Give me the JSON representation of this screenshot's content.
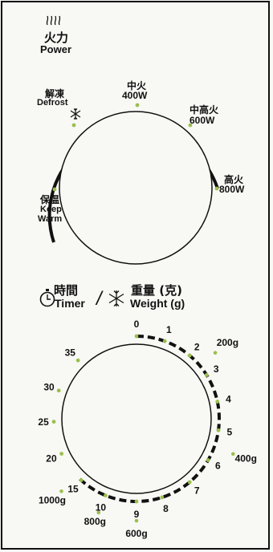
{
  "colors": {
    "background": "#f8f8f4",
    "ink": "#111111",
    "marker": "#9bbf4f"
  },
  "power": {
    "icon": "heat-waves-icon",
    "title_zh": "火力",
    "title_en": "Power",
    "settings": [
      {
        "zh": "解凍",
        "en": "Defrost",
        "icon": "snowflake-icon"
      },
      {
        "zh": "中火",
        "en": "400W"
      },
      {
        "zh": "中高火",
        "en": "600W"
      },
      {
        "zh": "高火",
        "en": "800W"
      },
      {
        "zh": "保温",
        "en_line1": "Keep",
        "en_line2": "Warm"
      }
    ]
  },
  "timer": {
    "time_icon": "stopwatch-icon",
    "time_zh": "時間",
    "time_en": "Timer",
    "separator": "/",
    "weight_icon": "snowflake-icon",
    "weight_zh": "重量 (克)",
    "weight_en": "Weight (g)",
    "minute_labels": [
      "0",
      "1",
      "2",
      "3",
      "4",
      "5",
      "6",
      "7",
      "8",
      "9",
      "10",
      "15",
      "20",
      "25",
      "30",
      "35"
    ],
    "weight_labels": [
      "200g",
      "400g",
      "600g",
      "800g",
      "1000g"
    ]
  }
}
